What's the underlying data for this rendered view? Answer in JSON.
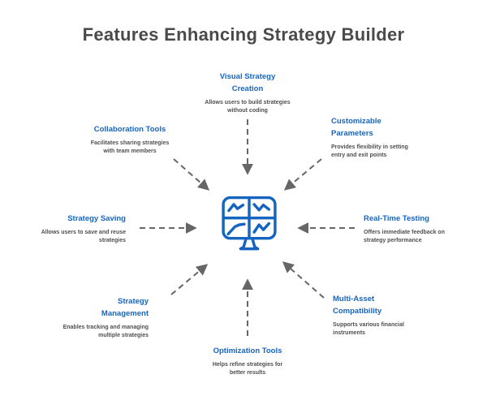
{
  "title": "Features Enhancing Strategy Builder",
  "colors": {
    "accent": "#1565c0",
    "title": "#4a4a4a",
    "subtitle": "#4f4f4f",
    "arrow": "#666666"
  },
  "center": {
    "icon": "trading-monitor-icon",
    "description": "monitor with four mini line charts"
  },
  "features": [
    {
      "id": "visual-strategy-creation",
      "label": "Visual Strategy Creation",
      "title_lines": [
        "Visual Strategy",
        "Creation"
      ],
      "desc_lines": [
        "Allows users to build strategies",
        "without coding"
      ]
    },
    {
      "id": "customizable-parameters",
      "label": "Customizable Parameters",
      "title_lines": [
        "Customizable",
        "Parameters"
      ],
      "desc_lines": [
        "Provides flexibility in setting",
        "entry and exit points"
      ]
    },
    {
      "id": "real-time-testing",
      "label": "Real-Time Testing",
      "title_lines": [
        "Real-Time Testing"
      ],
      "desc_lines": [
        "Offers immediate feedback on",
        "strategy performance"
      ]
    },
    {
      "id": "multi-asset-compatibility",
      "label": "Multi-Asset Compatibility",
      "title_lines": [
        "Multi-Asset",
        "Compatibility"
      ],
      "desc_lines": [
        "Supports various financial",
        "instruments"
      ]
    },
    {
      "id": "optimization-tools",
      "label": "Optimization Tools",
      "title_lines": [
        "Optimization Tools"
      ],
      "desc_lines": [
        "Helps refine strategies for",
        "better results"
      ]
    },
    {
      "id": "strategy-management",
      "label": "Strategy Management",
      "title_lines": [
        "Strategy",
        "Management"
      ],
      "desc_lines": [
        "Enables tracking and managing",
        "multiple strategies"
      ]
    },
    {
      "id": "strategy-saving",
      "label": "Strategy Saving",
      "title_lines": [
        "Strategy Saving"
      ],
      "desc_lines": [
        "Allows users to save and reuse",
        "strategies"
      ]
    },
    {
      "id": "collaboration-tools",
      "label": "Collaboration Tools",
      "title_lines": [
        "Collaboration Tools"
      ],
      "desc_lines": [
        "Facilitates sharing strategies",
        "with team members"
      ]
    }
  ]
}
